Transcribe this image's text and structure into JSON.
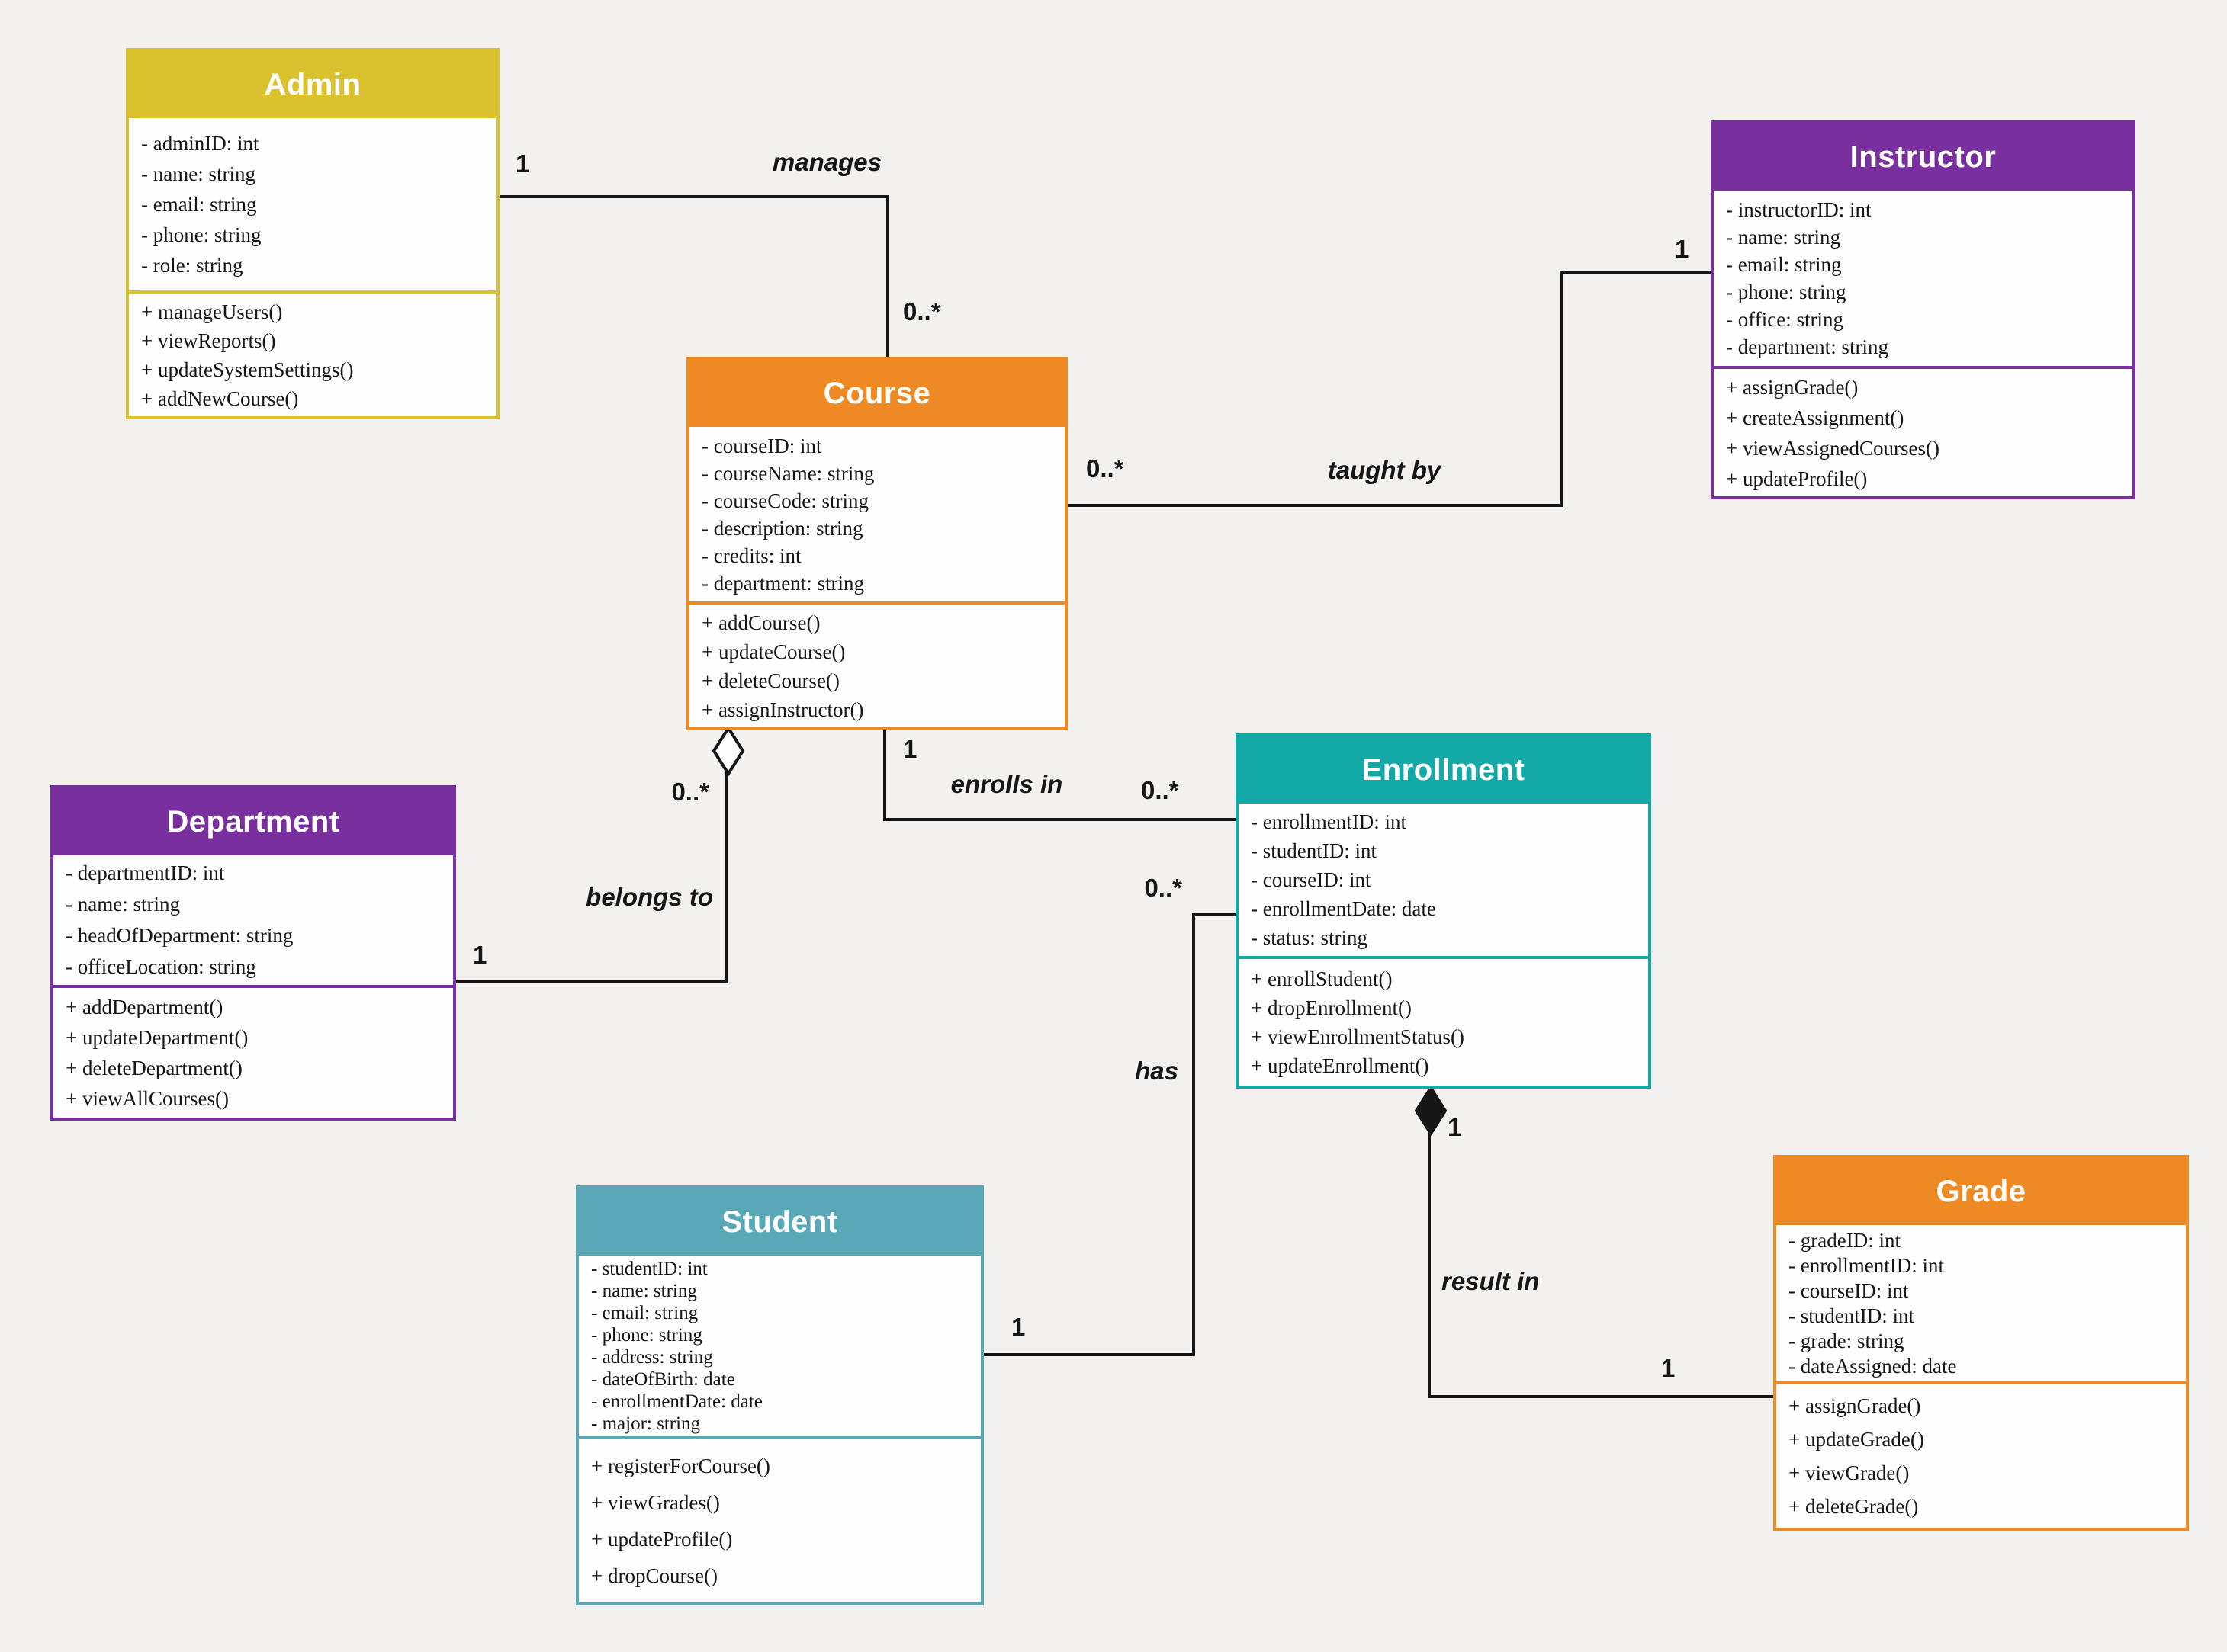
{
  "diagram_type": "uml-class-diagram",
  "colors": {
    "background": "#f3f1f0",
    "line": "#161616",
    "box_fill": "#fefefe",
    "header_text": "#ffffff",
    "admin_gold": "#d9c22e",
    "purple": "#7a2f9e",
    "orange": "#ed8a23",
    "teal": "#12a9a6",
    "steel_blue": "#58a8b8"
  },
  "classes": [
    {
      "name": "Admin",
      "color": "#d9c22e",
      "attributes": [
        "- adminID: int",
        "- name: string",
        "- email: string",
        "- phone: string",
        "- role: string"
      ],
      "methods": [
        "+ manageUsers()",
        "+ viewReports()",
        "+ updateSystemSettings()",
        "+ addNewCourse()"
      ]
    },
    {
      "name": "Instructor",
      "color": "#7a2f9e",
      "attributes": [
        "- instructorID: int",
        "- name: string",
        "- email: string",
        "- phone: string",
        "- office: string",
        "- department: string"
      ],
      "methods": [
        "+ assignGrade()",
        "+ createAssignment()",
        "+ viewAssignedCourses()",
        "+ updateProfile()"
      ]
    },
    {
      "name": "Course",
      "color": "#ed8a23",
      "attributes": [
        "- courseID: int",
        "- courseName: string",
        "- courseCode: string",
        "- description: string",
        "- credits: int",
        "- department: string"
      ],
      "methods": [
        "+ addCourse()",
        "+ updateCourse()",
        "+ deleteCourse()",
        "+ assignInstructor()"
      ]
    },
    {
      "name": "Department",
      "color": "#7a2f9e",
      "attributes": [
        "- departmentID: int",
        "- name: string",
        "- headOfDepartment: string",
        "- officeLocation: string"
      ],
      "methods": [
        "+ addDepartment()",
        "+ updateDepartment()",
        "+ deleteDepartment()",
        "+ viewAllCourses()"
      ]
    },
    {
      "name": "Enrollment",
      "color": "#12a9a6",
      "attributes": [
        "- enrollmentID: int",
        "- studentID: int",
        "- courseID: int",
        "- enrollmentDate: date",
        "- status: string"
      ],
      "methods": [
        "+ enrollStudent()",
        "+ dropEnrollment()",
        "+ viewEnrollmentStatus()",
        "+ updateEnrollment()"
      ]
    },
    {
      "name": "Student",
      "color": "#58a8b8",
      "attributes": [
        "- studentID: int",
        "- name: string",
        "- email: string",
        "- phone: string",
        "- address: string",
        "- dateOfBirth: date",
        "- enrollmentDate: date",
        "- major: string"
      ],
      "methods": [
        "+ registerForCourse()",
        "+ viewGrades()",
        "+ updateProfile()",
        "+ dropCourse()"
      ]
    },
    {
      "name": "Grade",
      "color": "#ed8a23",
      "attributes": [
        "- gradeID: int",
        "- enrollmentID: int",
        "- courseID: int",
        "- studentID: int",
        "- grade: string",
        "- dateAssigned: date"
      ],
      "methods": [
        "+ assignGrade()",
        "+ updateGrade()",
        "+ viewGrade()",
        "+ deleteGrade()"
      ]
    }
  ],
  "relationships": [
    {
      "name": "manages",
      "type": "association",
      "from": "Admin",
      "from_multiplicity": "1",
      "to": "Course",
      "to_multiplicity": "0..*"
    },
    {
      "name": "taught by",
      "type": "association",
      "from": "Course",
      "from_multiplicity": "0..*",
      "to": "Instructor",
      "to_multiplicity": "1"
    },
    {
      "name": "enrolls in",
      "type": "association",
      "from": "Course",
      "from_multiplicity": "1",
      "to": "Enrollment",
      "to_multiplicity": "0..*"
    },
    {
      "name": "belongs to",
      "type": "aggregation",
      "diamond_at": "Course",
      "from": "Department",
      "from_multiplicity": "1",
      "to": "Course",
      "to_multiplicity": "0..*"
    },
    {
      "name": "has",
      "type": "association",
      "from": "Student",
      "from_multiplicity": "1",
      "to": "Enrollment",
      "to_multiplicity": "0..*"
    },
    {
      "name": "result in",
      "type": "composition",
      "diamond_at": "Enrollment",
      "from": "Enrollment",
      "from_multiplicity": "1",
      "to": "Grade",
      "to_multiplicity": "1"
    }
  ]
}
